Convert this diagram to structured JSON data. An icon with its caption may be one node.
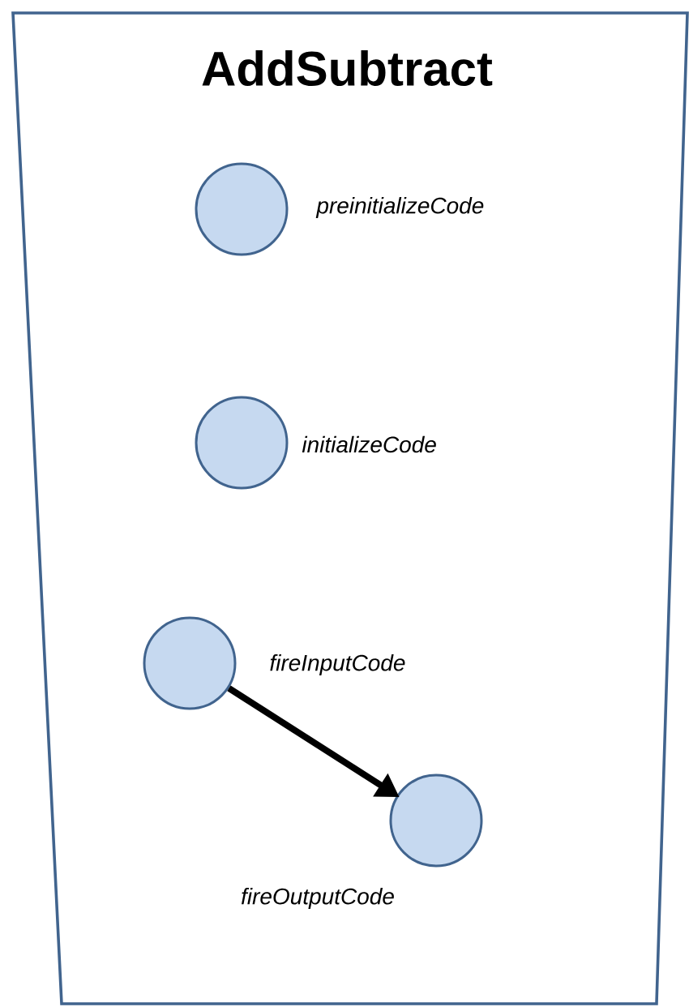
{
  "diagram": {
    "nodes": [
      {
        "text": [
          "AddSubtract"
        ]
      },
      {
        "text": [],
        "shape": "circle",
        "beside": [
          "preinitializeCode"
        ],
        "in": 0
      },
      {
        "text": [],
        "shape": "circle",
        "beside": [
          "initializeCode"
        ],
        "in": 0
      },
      {
        "text": [],
        "shape": "circle",
        "beside": [
          "fireInputCode"
        ],
        "in": 0
      },
      {
        "text": [],
        "shape": "circle",
        "beside": [
          "fireOutputCode"
        ],
        "in": 0
      }
    ],
    "edges": [
      {
        "from": 3,
        "to": 4,
        "arrow": "to"
      }
    ]
  }
}
